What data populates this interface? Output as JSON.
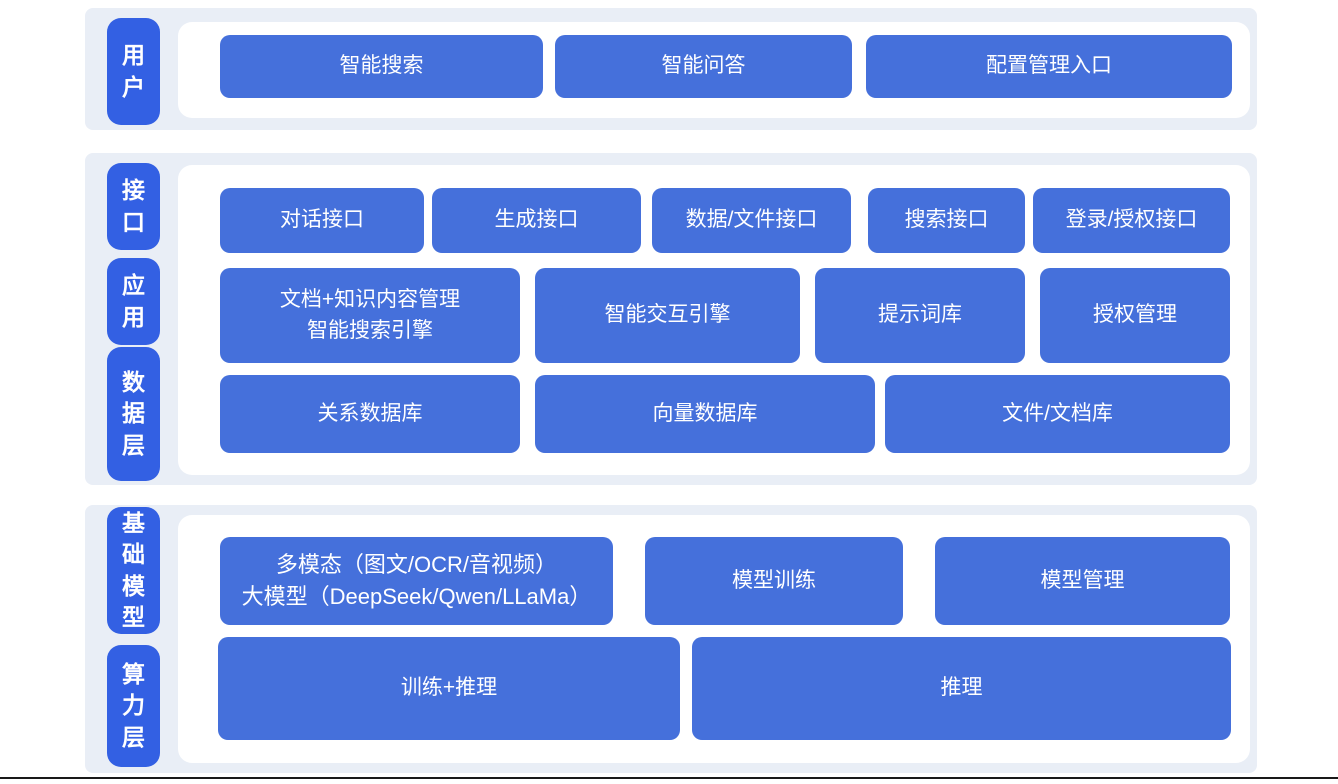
{
  "palette": {
    "band_background": "#e9eef6",
    "panel_background": "#ffffff",
    "layer_pill_blue": "#3360e3",
    "box_blue": "#4570db",
    "box_text": "#ffffff",
    "bottom_rule": "#191919"
  },
  "bands": [
    {
      "labels": [
        "用户"
      ],
      "rows": [
        {
          "buttons": [
            "智能搜索",
            "智能问答",
            "配置管理入口"
          ]
        }
      ]
    },
    {
      "labels": [
        "接口",
        "应用",
        "数据层"
      ],
      "rows": [
        {
          "buttons": [
            "对话接口",
            "生成接口",
            "数据/文件接口",
            "搜索接口",
            "登录/授权接口"
          ]
        },
        {
          "buttons": [
            "文档+知识内容管理\n智能搜索引擎",
            "智能交互引擎",
            "提示词库",
            "授权管理"
          ]
        },
        {
          "buttons": [
            "关系数据库",
            "向量数据库",
            "文件/文档库"
          ]
        }
      ]
    },
    {
      "labels": [
        "基础模型",
        "算力层"
      ],
      "rows": [
        {
          "buttons": [
            "多模态（图文/OCR/音视频）\n大模型（DeepSeek/Qwen/LLaMa）",
            "模型训练",
            "模型管理"
          ]
        },
        {
          "buttons": [
            "训练+推理",
            "推理"
          ]
        }
      ]
    }
  ]
}
